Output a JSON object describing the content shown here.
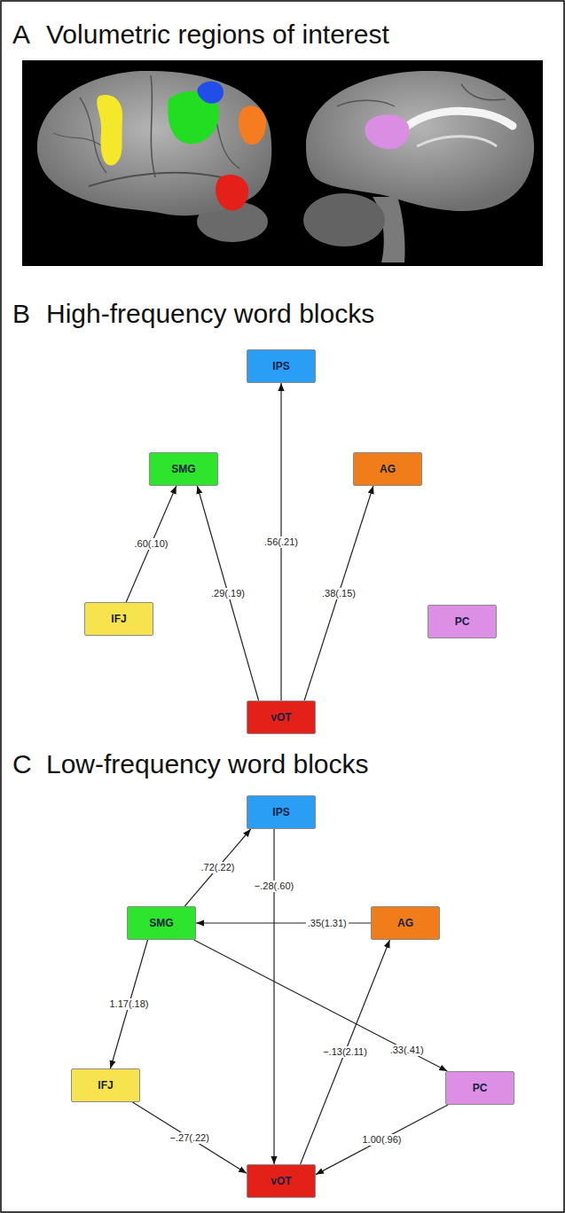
{
  "diagram": {
    "nodes": [
      {
        "text": [
          "IPS"
        ]
      },
      {
        "text": [
          "SMG"
        ]
      },
      {
        "text": [
          "AG"
        ]
      },
      {
        "text": [
          "IFJ"
        ]
      },
      {
        "text": [
          "PC"
        ]
      },
      {
        "text": [
          "vOT"
        ]
      },
      {
        "text": [
          "IPS"
        ]
      },
      {
        "text": [
          "SMG"
        ]
      },
      {
        "text": [
          "AG"
        ]
      },
      {
        "text": [
          "IFJ"
        ]
      },
      {
        "text": [
          "PC"
        ]
      },
      {
        "text": [
          "vOT"
        ]
      }
    ],
    "edges": [
      {
        "from": 5,
        "to": 0,
        "arrow": "to",
        "label": ".56(.21)"
      },
      {
        "from": 3,
        "to": 1,
        "arrow": "to",
        "label": ".60(.10)"
      },
      {
        "from": 5,
        "to": 1,
        "arrow": "to",
        "label": ".29(.19)"
      },
      {
        "from": 5,
        "to": 2,
        "arrow": "to",
        "label": ".38(.15)"
      },
      {
        "from": 7,
        "to": 6,
        "arrow": "to",
        "label": ".72(.22)"
      },
      {
        "from": 6,
        "to": 11,
        "arrow": "to",
        "label": "−.28(.60)"
      },
      {
        "from": 8,
        "to": 7,
        "arrow": "to",
        "label": ".35(1.31)"
      },
      {
        "from": 7,
        "to": 9,
        "arrow": "to",
        "label": "1.17(.18)"
      },
      {
        "from": 7,
        "to": 10,
        "arrow": "to",
        "label": ".33(.41)"
      },
      {
        "from": 9,
        "to": 11,
        "arrow": "to",
        "label": "−.27(.22)"
      },
      {
        "from": 11,
        "to": 8,
        "arrow": "to",
        "label": "−.13(2.11)"
      },
      {
        "from": 10,
        "to": 11,
        "arrow": "to",
        "label": "1.00(.96)"
      }
    ],
    "labels": [
      "A",
      "Volumetric regions of interest",
      "B",
      "High-frequency word blocks",
      "C",
      "Low-frequency word blocks"
    ]
  }
}
